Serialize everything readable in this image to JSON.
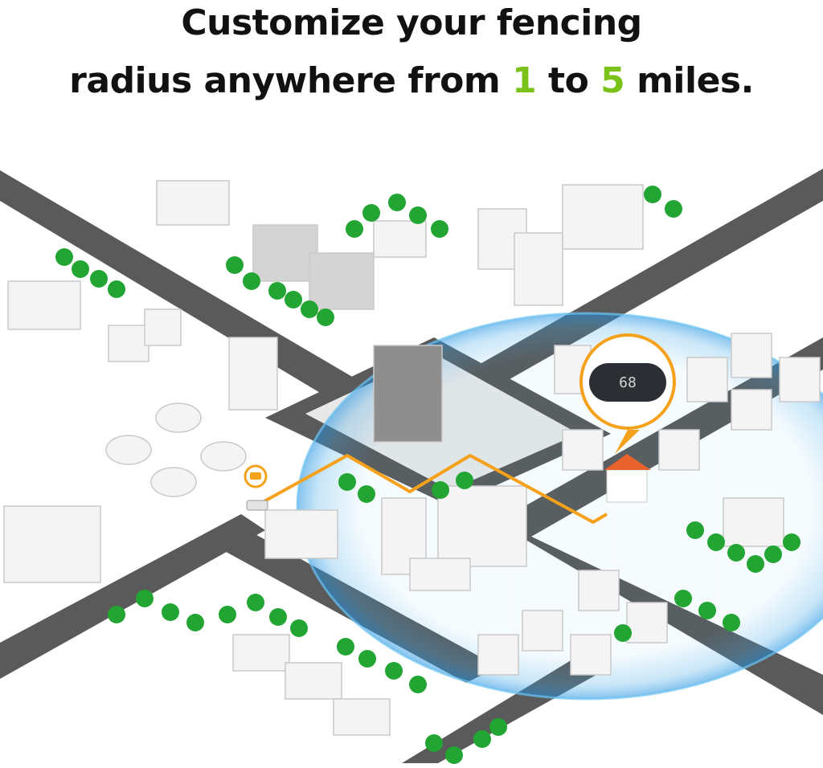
{
  "headline": {
    "line1": "Customize your fencing",
    "line2_prefix": "radius anywhere from ",
    "min_value": "1",
    "line2_mid": " to ",
    "max_value": "5",
    "line2_suffix": " miles."
  },
  "colors": {
    "accent": "#7ac21a",
    "route": "#f5a11b",
    "fence": "#3fa8e8",
    "road": "#5a5a5a",
    "tree": "#22a532",
    "device": "#2b2f33"
  },
  "device_display": "68",
  "icons": {
    "location_pin": "map-pin-icon",
    "car": "car-icon",
    "tracker": "gps-tracker-icon"
  }
}
